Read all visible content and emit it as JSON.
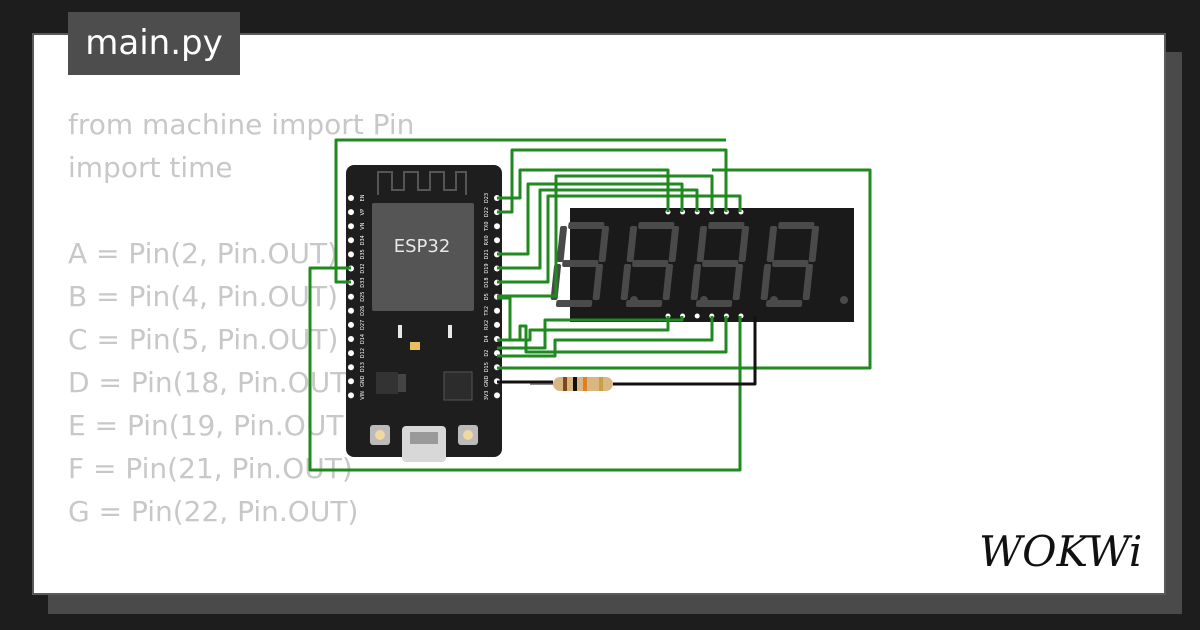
{
  "tab": {
    "filename": "main.py"
  },
  "code": {
    "lines": [
      "from machine import Pin",
      "import time",
      "",
      "A = Pin(2, Pin.OUT)",
      "B = Pin(4, Pin.OUT)",
      "C = Pin(5, Pin.OUT)",
      "D = Pin(18, Pin.OUT)",
      "E = Pin(19, Pin.OUT)",
      "F = Pin(21, Pin.OUT)",
      "G = Pin(22, Pin.OUT)"
    ]
  },
  "board": {
    "chip_label": "ESP32",
    "right_pins": [
      "D23",
      "D22",
      "TX0",
      "RX0",
      "D21",
      "D19",
      "D18",
      "D5",
      "TX2",
      "RX2",
      "D4",
      "D2",
      "D15",
      "GND",
      "3V3"
    ],
    "left_pins": [
      "EN",
      "VP",
      "VN",
      "D34",
      "D35",
      "D32",
      "D33",
      "D25",
      "D26",
      "D27",
      "D14",
      "D12",
      "D13",
      "GND",
      "VIN"
    ]
  },
  "display": {
    "digits": 4
  },
  "brand": {
    "logo_text": "WOKWi"
  },
  "colors": {
    "background": "#1d1d1d",
    "card": "#ffffff",
    "tab": "#4d4d4d",
    "code_text": "#c8c8c8",
    "wire_green": "#1f8a1f",
    "board": "#1e1e1e",
    "display": "#1a1a1a",
    "segment_off": "#4a4a4a"
  }
}
